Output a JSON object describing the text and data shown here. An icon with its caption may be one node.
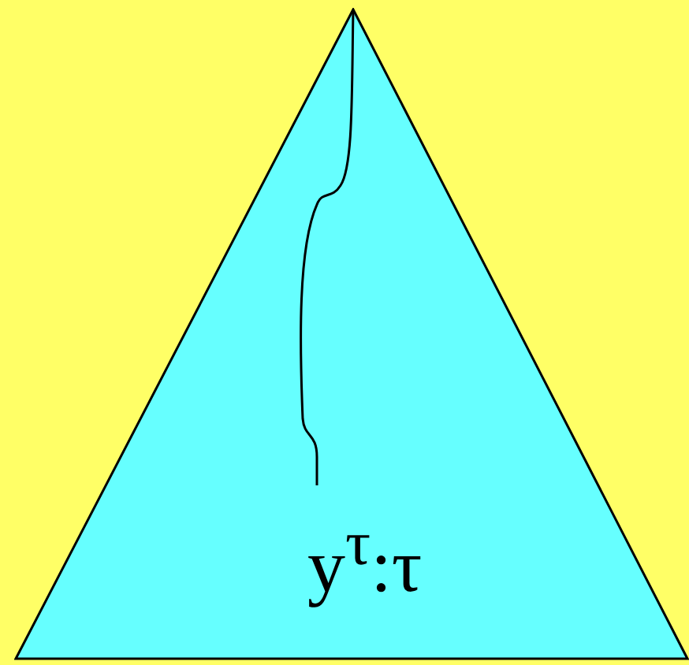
{
  "diagram": {
    "nodes": [
      {
        "text": [],
        "shape": "triangle"
      },
      {
        "text": [
          "y$^{τ}$:τ"
        ],
        "in": 0
      }
    ],
    "edges": [
      {
        "from": 0,
        "to": 1,
        "arrow": "none"
      }
    ]
  }
}
